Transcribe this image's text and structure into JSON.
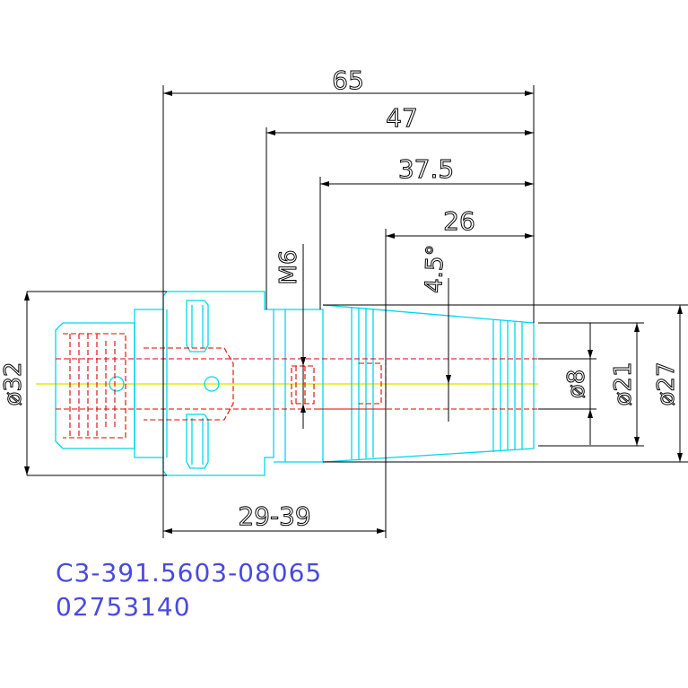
{
  "dimensions": {
    "d65": "65",
    "d47": "47",
    "d37_5": "37.5",
    "d26": "26",
    "m6": "M6",
    "angle": "4.5°",
    "dia32": "ø32",
    "dia8": "ø8",
    "dia21": "ø21",
    "dia27": "ø27",
    "range": "29-39"
  },
  "part": {
    "code": "C3-391.5603-08065",
    "number": "02753140"
  },
  "colors": {
    "outline": "#00d8e8",
    "hidden": "#e00000",
    "dimension": "#000000",
    "centerline": "#e8e800",
    "text": "#4a4ae0"
  }
}
